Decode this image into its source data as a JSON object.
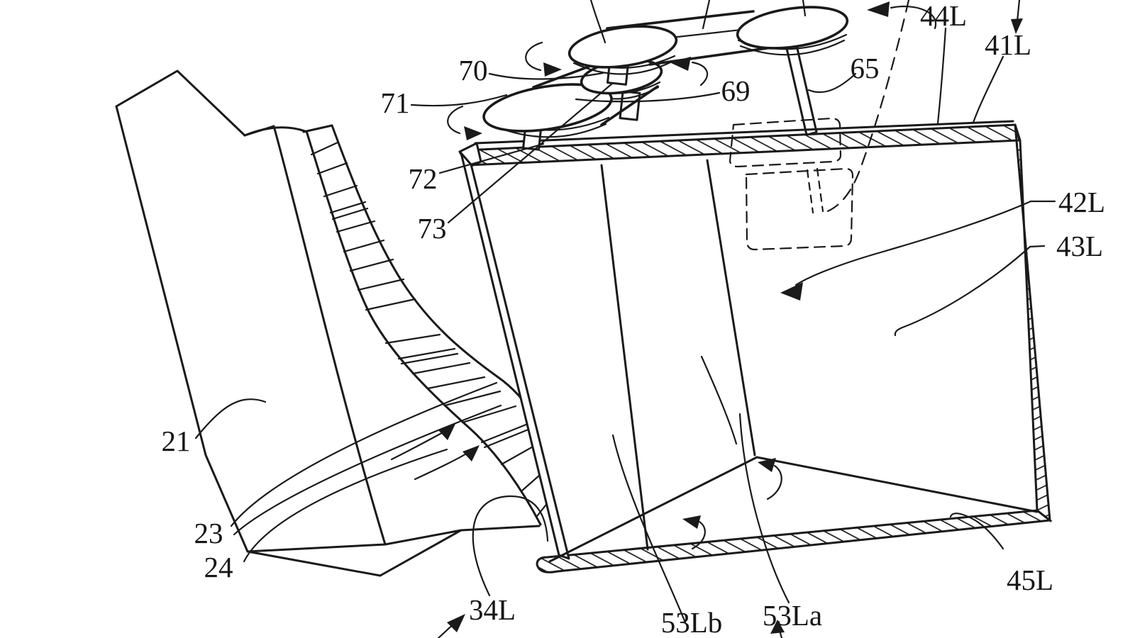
{
  "figure": {
    "kind": "patent-line-drawing",
    "colors": {
      "ink": "#1a1a1a",
      "paper": "#ffffff"
    }
  },
  "labels": {
    "l21": "21",
    "l23": "23",
    "l24": "24",
    "l34L": "34L",
    "l41L": "41L",
    "l42L": "42L",
    "l43L": "43L",
    "l44L": "44L",
    "l45L": "45L",
    "l53La": "53La",
    "l53Lb": "53Lb",
    "l65": "65",
    "l69": "69",
    "l70": "70",
    "l71": "71",
    "l72": "72",
    "l73": "73"
  },
  "icons": {
    "rotation-arrow-icon": "curled arc with solid triangular head",
    "flow-arrow-icon": "curved airflow arrow with solid head",
    "down-arrow-icon": "short straight arrow pointing down"
  }
}
